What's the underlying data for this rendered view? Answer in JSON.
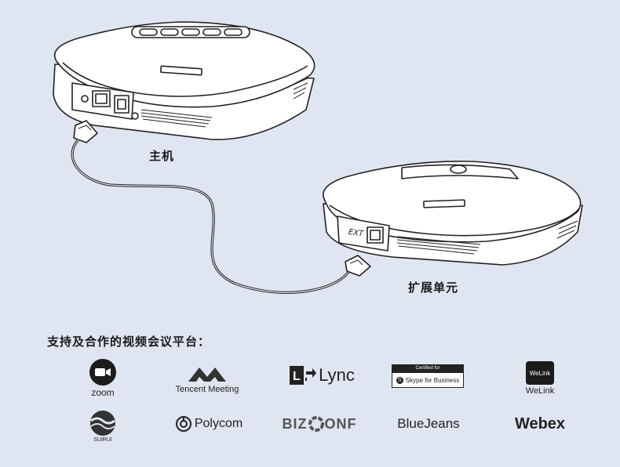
{
  "labels": {
    "main_unit": "主机",
    "expansion_unit": "扩展单元",
    "platforms_heading": "支持及合作的视频会议平台："
  },
  "device_texts": {
    "ext_port": "EXT"
  },
  "platforms": {
    "zoom": "zoom",
    "tencent_meeting": "Tencent Meeting",
    "lync": "Lync",
    "skype_certified": "Certified for",
    "skype_business": "Skype for Business",
    "welink_badge": "WeLink",
    "welink_caption": "WeLink",
    "suirui": "SUIRUI",
    "polycom": "Polycom",
    "bizconf_left": "BIZ",
    "bizconf_right": "ONF",
    "bluejeans": "BlueJeans",
    "webex": "Webex"
  },
  "colors": {
    "background": "#dfe5f1",
    "line_art": "#222222",
    "device_fill": "#ffffff"
  }
}
